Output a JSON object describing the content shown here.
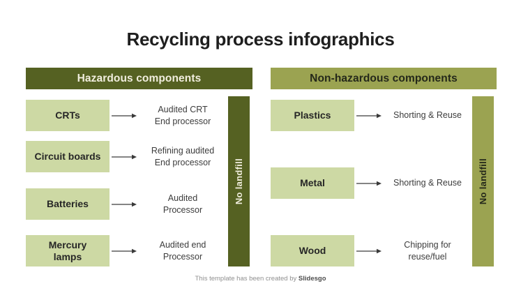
{
  "title": "Recycling process infographics",
  "left_panel": {
    "header": "Hazardous components",
    "no_landfill_label": "No landfill",
    "items": [
      {
        "label_line1": "CRTs",
        "label_line2": "",
        "result_line1": "Audited CRT",
        "result_line2": "End processor"
      },
      {
        "label_line1": "Circuit boards",
        "label_line2": "",
        "result_line1": "Refining audited",
        "result_line2": "End processor"
      },
      {
        "label_line1": "Batteries",
        "label_line2": "",
        "result_line1": "Audited",
        "result_line2": "Processor"
      },
      {
        "label_line1": "Mercury",
        "label_line2": "lamps",
        "result_line1": "Audited end",
        "result_line2": "Processor"
      }
    ]
  },
  "right_panel": {
    "header": "Non-hazardous components",
    "no_landfill_label": "No landfill",
    "items": [
      {
        "label_line1": "Plastics",
        "label_line2": "",
        "result_line1": "Shorting & Reuse",
        "result_line2": ""
      },
      {
        "label_line1": "Metal",
        "label_line2": "",
        "result_line1": "Shorting & Reuse",
        "result_line2": ""
      },
      {
        "label_line1": "Wood",
        "label_line2": "",
        "result_line1": "Chipping for",
        "result_line2": "reuse/fuel"
      }
    ]
  },
  "footer": {
    "text": "This template has been created by ",
    "brand": "Slidesgo"
  },
  "colors": {
    "dark_olive": "#556122",
    "khaki": "#9ba351",
    "light_green": "#cdd9a4",
    "cream_text": "#f1eede",
    "title_text": "#1e1e1e"
  }
}
